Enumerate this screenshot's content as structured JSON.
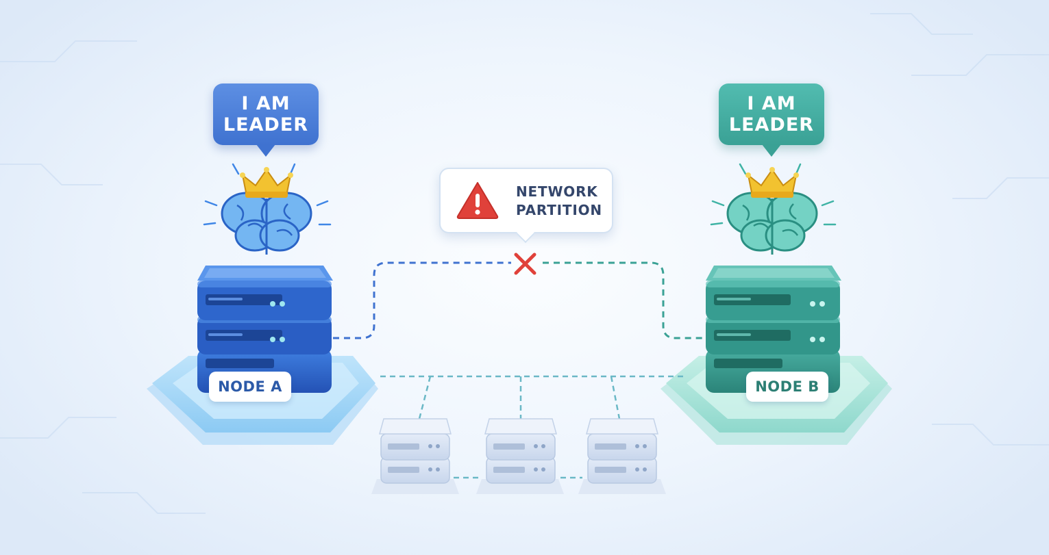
{
  "nodes": {
    "a": {
      "bubble_line1": "I AM",
      "bubble_line2": "LEADER",
      "label": "NODE A",
      "color": "#3f72d0"
    },
    "b": {
      "bubble_line1": "I AM",
      "bubble_line2": "LEADER",
      "label": "NODE B",
      "color": "#3aa195"
    }
  },
  "partition": {
    "line1": "NETWORK",
    "line2": "PARTITION",
    "icon": "warning-icon",
    "link_status_icon": "cross-icon"
  },
  "icons": [
    "crown-icon",
    "brain-icon",
    "server-rack-icon",
    "warning-icon",
    "cross-icon"
  ],
  "followers": {
    "count": 3
  }
}
